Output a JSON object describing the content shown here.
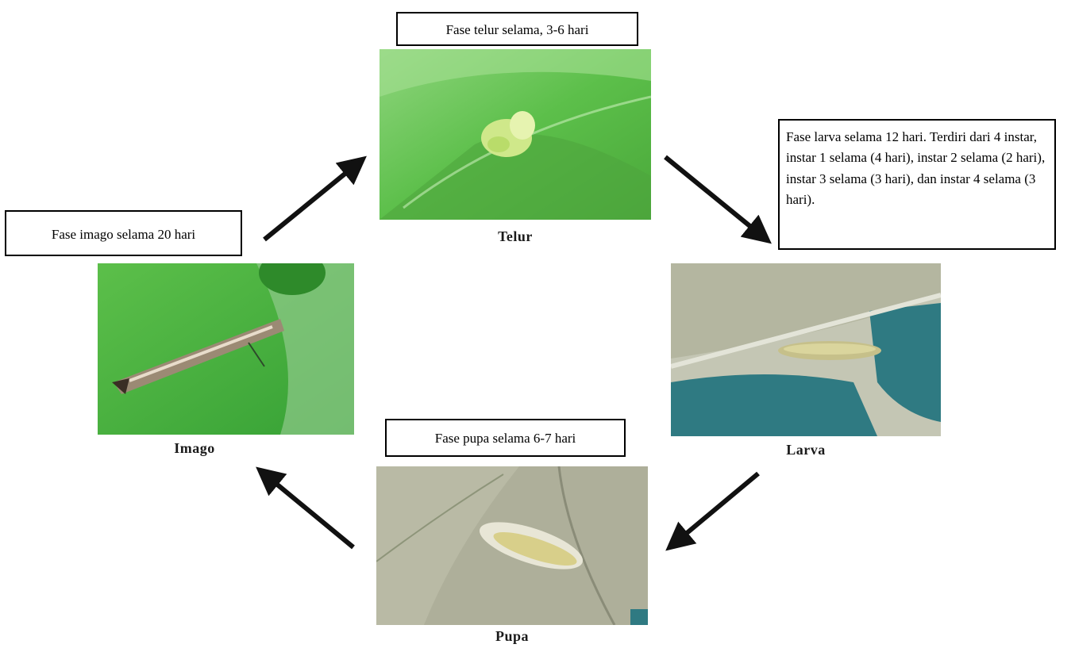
{
  "stages": {
    "egg": {
      "caption": "Fase telur selama, 3-6 hari",
      "label": "Telur"
    },
    "larva": {
      "caption": "Fase larva selama 12 hari. Terdiri dari 4 instar, instar 1 selama (4 hari), instar 2 selama (2 hari), instar 3 selama (3 hari), dan instar 4 selama (3 hari).",
      "label": "Larva"
    },
    "pupa": {
      "caption": "Fase pupa selama 6-7 hari",
      "label": "Pupa"
    },
    "imago": {
      "caption": "Fase imago selama 20 hari",
      "label": "Imago"
    }
  },
  "colors": {
    "leaf_green": "#5cbf4a",
    "leaf_grey": "#b8b9a4",
    "arrow": "#111111"
  }
}
